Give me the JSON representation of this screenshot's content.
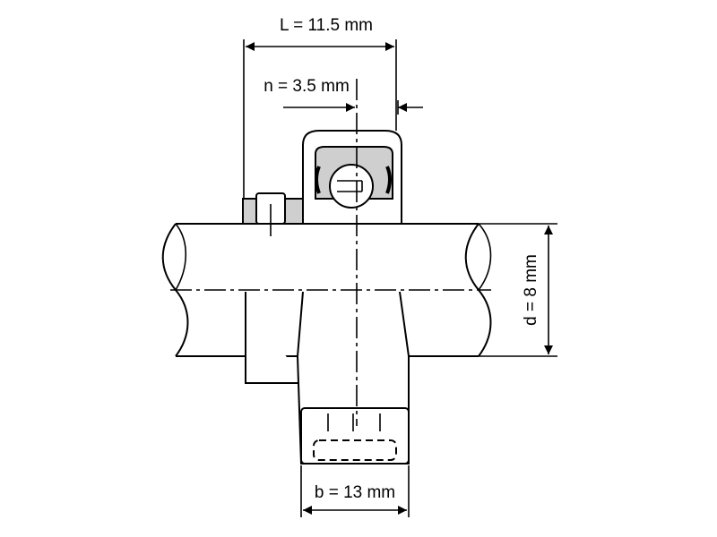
{
  "dimensions": {
    "length_label": "L = 11.5 mm",
    "offset_label": "n = 3.5 mm",
    "diameter_label": "d = 8 mm",
    "width_label": "b = 13 mm"
  },
  "colors": {
    "line": "#000000",
    "bearing_fill": "#cfcfcf",
    "background": "#ffffff"
  }
}
